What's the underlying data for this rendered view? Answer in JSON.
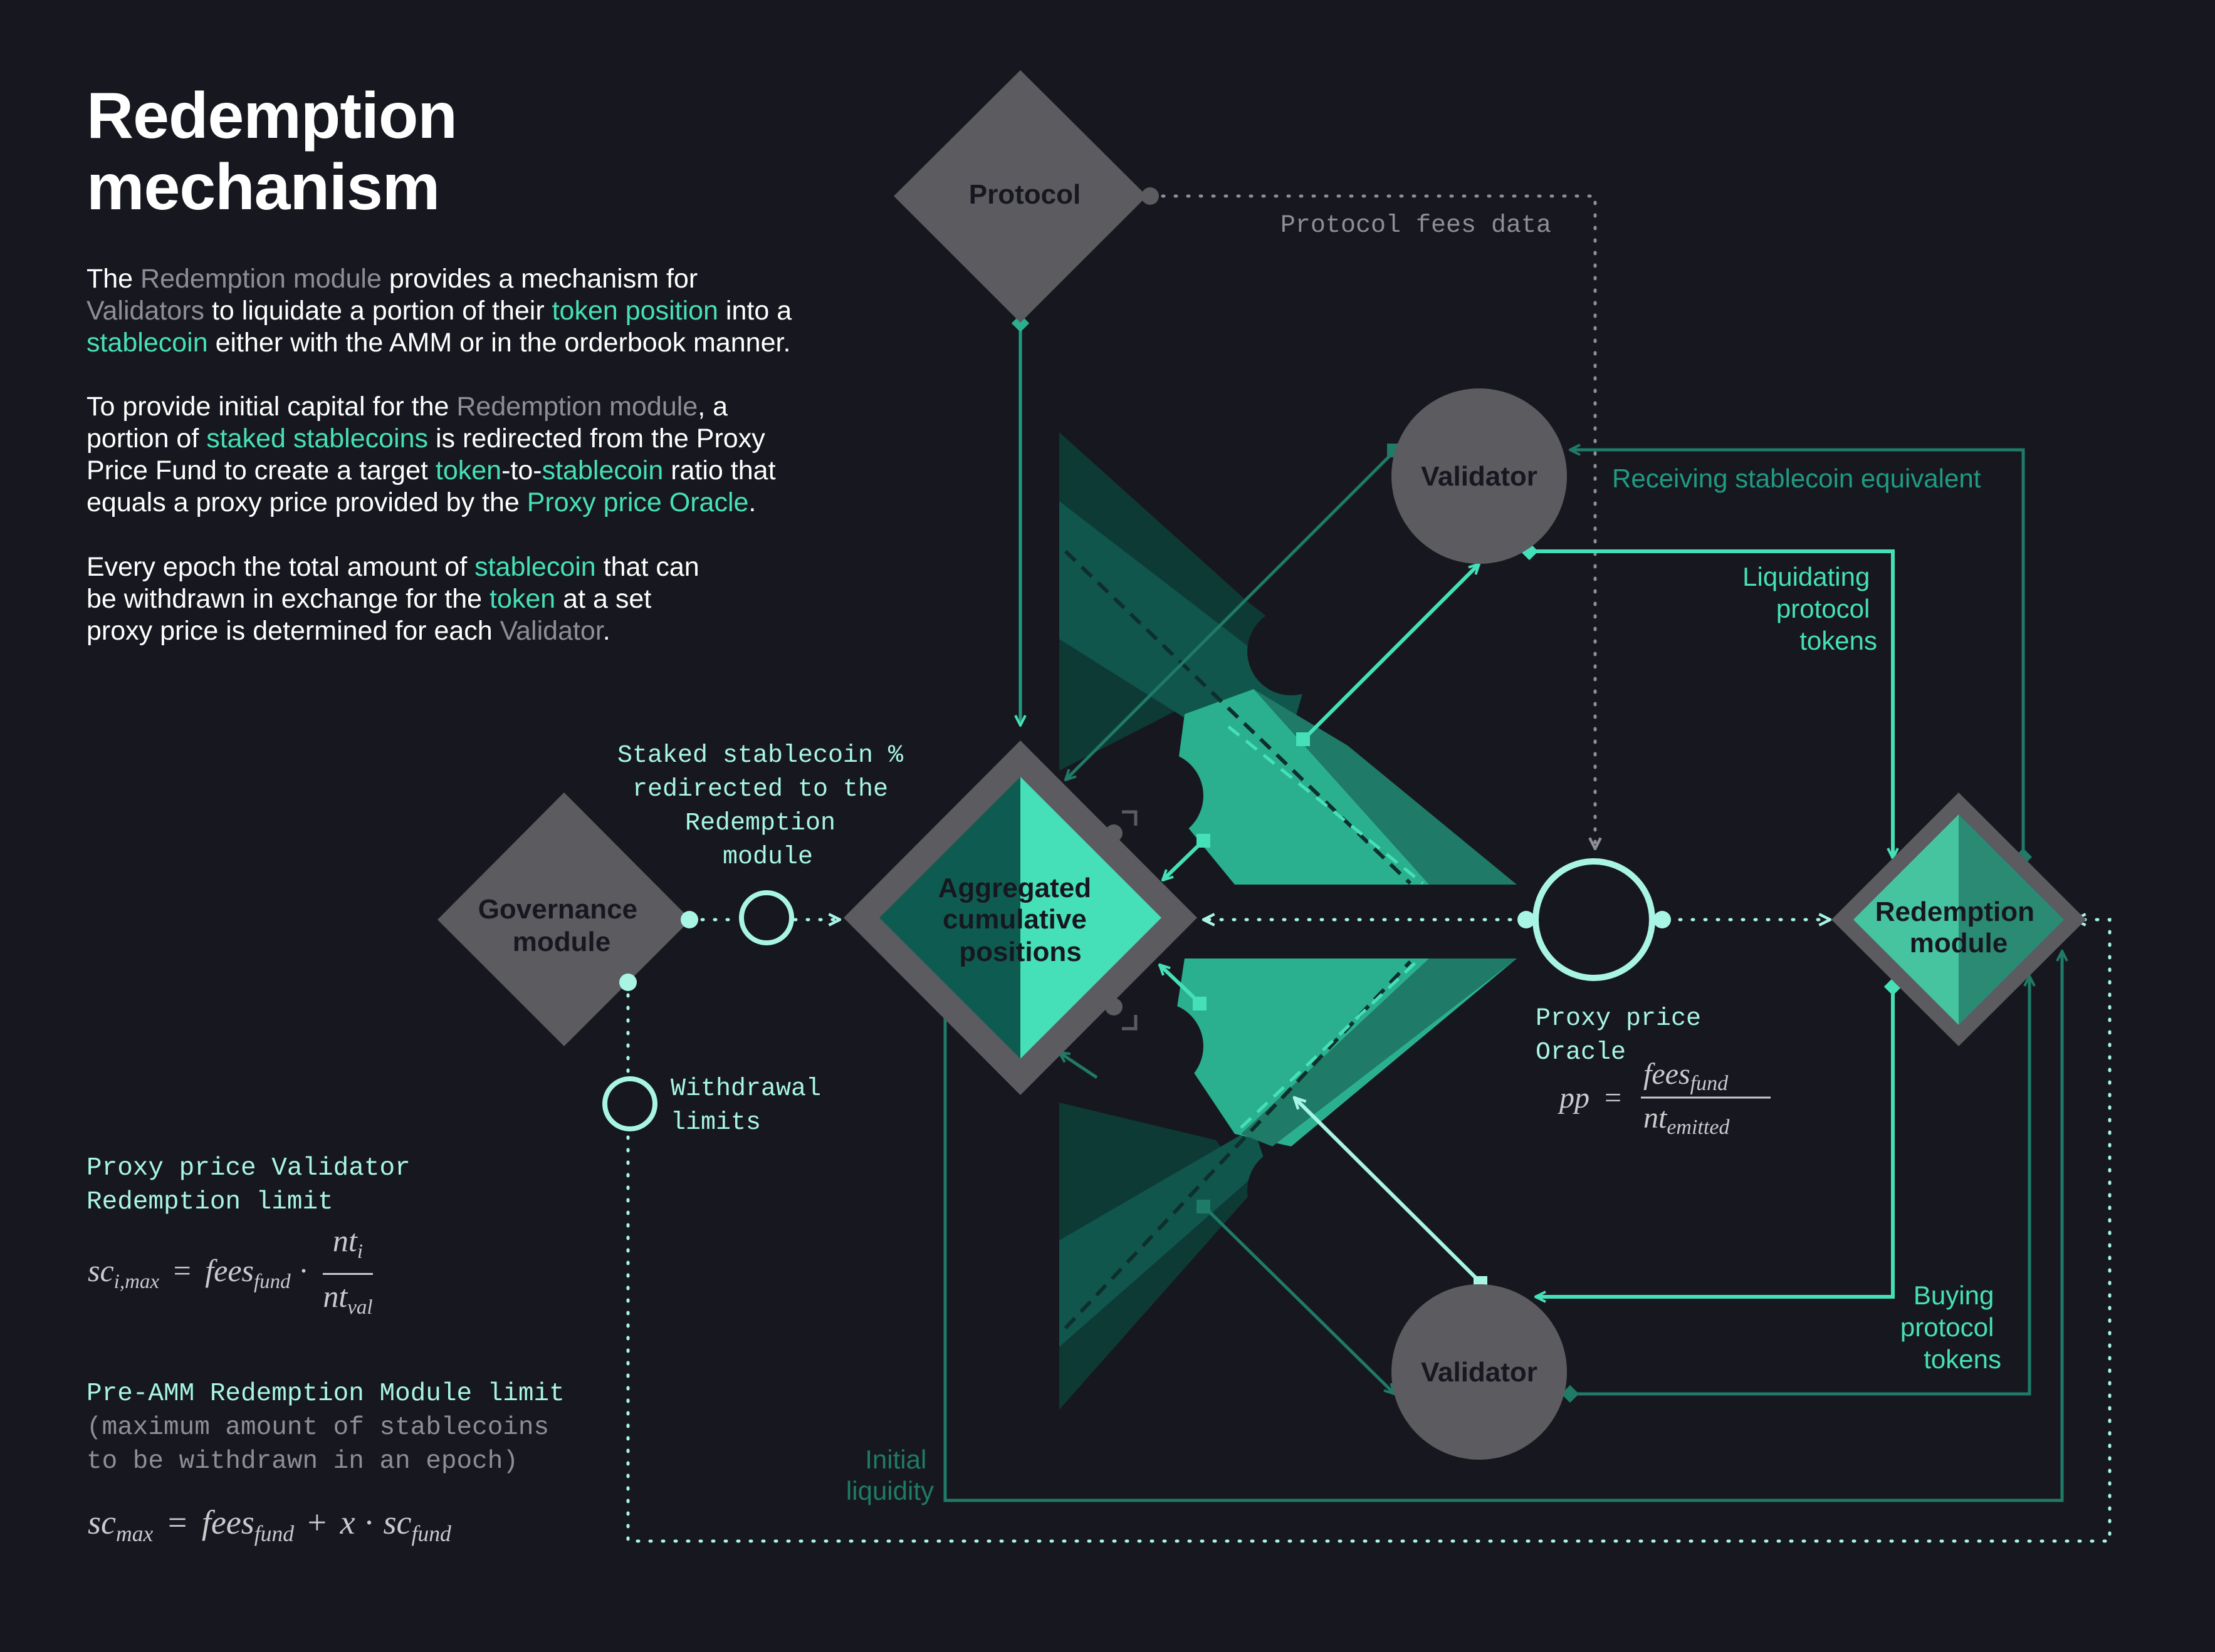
{
  "title": [
    "Redemption",
    "mechanism"
  ],
  "intro": {
    "p1": [
      "The ",
      "Redemption module",
      " provides a mechanism for",
      "Validators",
      " to liquidate a portion of their ",
      "token position",
      " into a",
      "stablecoin",
      " either with the AMM or in the orderbook manner."
    ],
    "p2": [
      "To provide initial capital for the ",
      "Redemption module",
      ", a",
      "portion of ",
      "staked stablecoins",
      " is redirected from the Proxy",
      "Price Fund to create a target ",
      "token",
      "-to-",
      "stablecoin",
      " ratio that",
      "equals a proxy price provided by the ",
      "Proxy price Oracle",
      "."
    ],
    "p3": [
      "Every epoch the total amount of ",
      "stablecoin",
      " that can",
      "be withdrawn in exchange for the ",
      "token",
      " at a set",
      "proxy price is determined for each ",
      "Validator",
      "."
    ]
  },
  "limits": {
    "validator_limit_title": [
      "Proxy price Validator",
      "Redemption limit"
    ],
    "validator_formula": {
      "lhs": "sc",
      "lhs_sub": "i,max",
      "eq": "=",
      "term": "fees",
      "term_sub": "fund",
      "dot": "·",
      "num": "nt",
      "num_sub": "i",
      "den": "nt",
      "den_sub": "val"
    },
    "module_limit_title": "Pre-AMM Redemption Module limit",
    "module_limit_note": [
      "(maximum amount of stablecoins",
      "to be withdrawn in an epoch)"
    ],
    "module_formula": {
      "lhs": "sc",
      "lhs_sub": "max",
      "eq": "=",
      "t1": "fees",
      "t1_sub": "fund",
      "plus": "+",
      "x": "x",
      "dot": "·",
      "t2": "sc",
      "t2_sub": "fund"
    }
  },
  "nodes": {
    "protocol": "Protocol",
    "governance": [
      "Governance",
      "module"
    ],
    "aggregated": [
      "Aggregated",
      "cumulative",
      "positions"
    ],
    "redemption": [
      "Redemption",
      "module"
    ],
    "validator_top": "Validator",
    "validator_bottom": "Validator"
  },
  "labels": {
    "protocol_fees": "Protocol fees data",
    "receiving": "Receiving stablecoin equivalent",
    "liquidating": [
      "Liquidating",
      "protocol",
      "tokens"
    ],
    "buying": [
      "Buying",
      "protocol",
      "tokens"
    ],
    "initial_liquidity": [
      "Initial",
      "liquidity"
    ],
    "staked": [
      "Staked stablecoin %",
      "redirected to the",
      "Redemption",
      "module"
    ],
    "withdrawal": [
      "Withdrawal",
      "limits"
    ],
    "oracle": [
      "Proxy price",
      "Oracle"
    ],
    "oracle_formula": {
      "lhs": "pp",
      "eq": "=",
      "num": "fees",
      "num_sub": "fund",
      "den": "nt",
      "den_sub": "emitted"
    }
  },
  "colors": {
    "background": "#17181f",
    "node_gray": "#5b5b60",
    "accent": "#46e0b8",
    "accent_dark": "#1f7a68",
    "light_teal": "#a8f5e6",
    "muted_text": "#8e8f96"
  }
}
